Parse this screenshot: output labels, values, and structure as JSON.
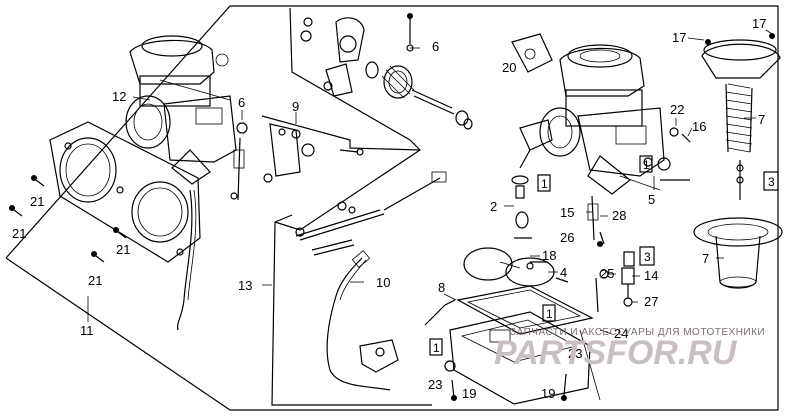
{
  "diagram": {
    "part_labels": [
      {
        "id": "p12",
        "text": "12"
      },
      {
        "id": "p6a",
        "text": "6"
      },
      {
        "id": "p9",
        "text": "9"
      },
      {
        "id": "p6b",
        "text": "6"
      },
      {
        "id": "p20",
        "text": "20"
      },
      {
        "id": "p17a",
        "text": "17"
      },
      {
        "id": "p17b",
        "text": "17"
      },
      {
        "id": "p7a",
        "text": "7"
      },
      {
        "id": "p22",
        "text": "22"
      },
      {
        "id": "p16",
        "text": "16"
      },
      {
        "id": "p21a",
        "text": "21"
      },
      {
        "id": "p21b",
        "text": "21"
      },
      {
        "id": "p21c",
        "text": "21"
      },
      {
        "id": "p21d",
        "text": "21"
      },
      {
        "id": "p2",
        "text": "2"
      },
      {
        "id": "p15",
        "text": "15"
      },
      {
        "id": "p28",
        "text": "28"
      },
      {
        "id": "p26",
        "text": "26"
      },
      {
        "id": "p5",
        "text": "5"
      },
      {
        "id": "p7b",
        "text": "7"
      },
      {
        "id": "p13",
        "text": "13"
      },
      {
        "id": "p10",
        "text": "10"
      },
      {
        "id": "p18",
        "text": "18"
      },
      {
        "id": "p4",
        "text": "4"
      },
      {
        "id": "p25",
        "text": "25"
      },
      {
        "id": "p14",
        "text": "14"
      },
      {
        "id": "p27",
        "text": "27"
      },
      {
        "id": "p8",
        "text": "8"
      },
      {
        "id": "p11",
        "text": "11"
      },
      {
        "id": "p24",
        "text": "24"
      },
      {
        "id": "p23a",
        "text": "23"
      },
      {
        "id": "p23b",
        "text": "23"
      },
      {
        "id": "p19a",
        "text": "19"
      },
      {
        "id": "p19b",
        "text": "19"
      }
    ],
    "boxed_labels": [
      {
        "id": "b1a",
        "text": "1"
      },
      {
        "id": "b3a",
        "text": "3"
      },
      {
        "id": "b1b",
        "text": "1"
      },
      {
        "id": "b3b",
        "text": "3"
      },
      {
        "id": "b1c",
        "text": "1"
      },
      {
        "id": "b1d",
        "text": "1"
      }
    ]
  },
  "watermark": {
    "caption": "ЗАПЧАСТИ И АКСЕССУАРЫ ДЛЯ МОТОТЕХНИКИ",
    "logo": "PARTSFOR.RU"
  }
}
